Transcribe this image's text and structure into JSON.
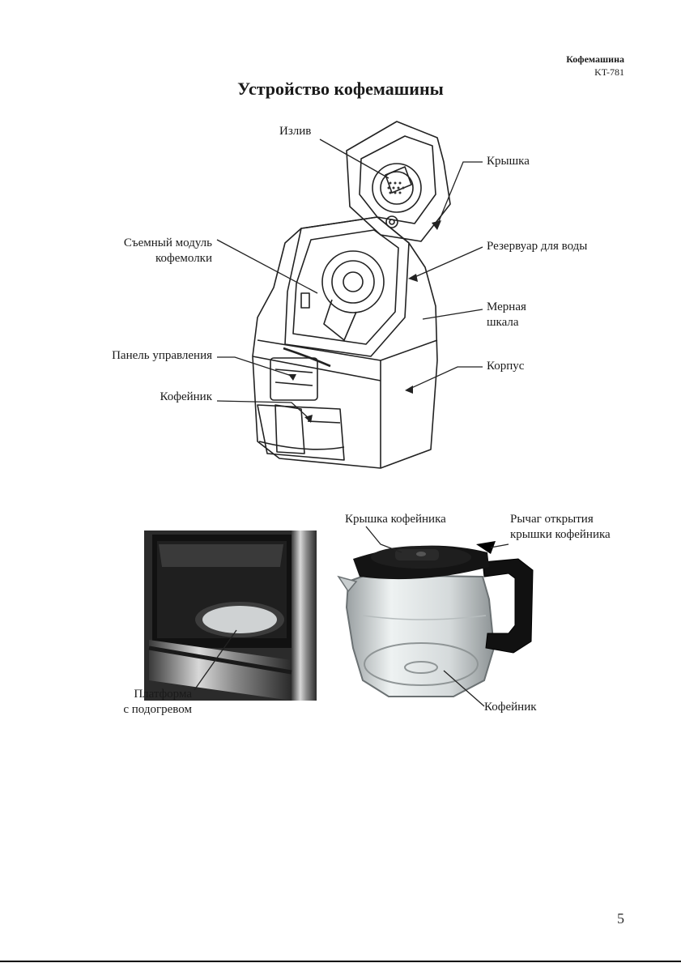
{
  "header": {
    "brand": "Кофемашина",
    "model": "KT-781"
  },
  "title": "Устройство кофемашины",
  "diagram_labels": {
    "spout": "Излив",
    "lid": "Крышка",
    "grinder_line1": "Съемный модуль",
    "grinder_line2": "кофемолки",
    "water_tank": "Резервуар для воды",
    "scale_line1": "Мерная",
    "scale_line2": "шкала",
    "control_panel": "Панель управления",
    "body": "Корпус",
    "carafe": "Кофейник"
  },
  "photo_labels": {
    "carafe_lid": "Крышка кофейника",
    "lever_line1": "Рычаг открытия",
    "lever_line2": "крышки кофейника",
    "platform_line1": "Платформа",
    "platform_line2": "с подогревом",
    "carafe": "Кофейник"
  },
  "page_number": "5"
}
